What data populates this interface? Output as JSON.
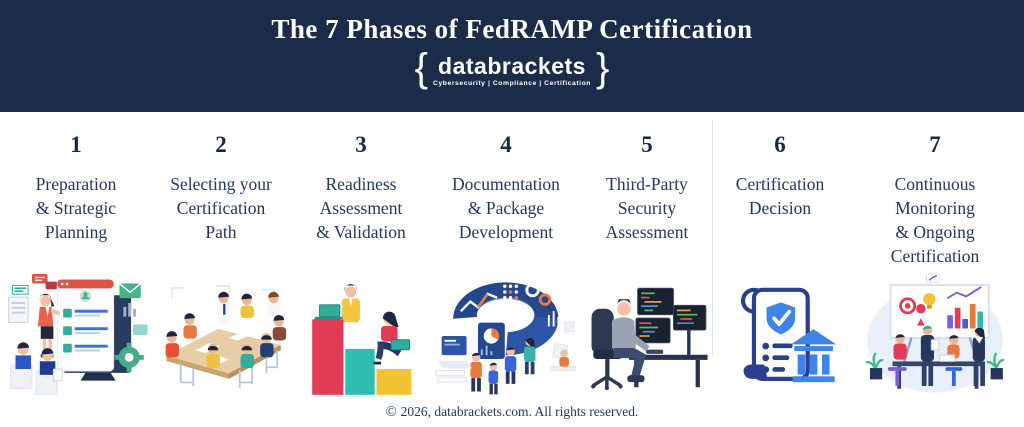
{
  "header": {
    "title": "The 7 Phases of FedRAMP Certification",
    "logo": {
      "left_brace": "{",
      "brand": "databrackets",
      "right_brace": "}",
      "tagline": "Cybersecurity | Compliance | Certification"
    }
  },
  "phases": [
    {
      "number": "1",
      "title": "Preparation\n& Strategic\nPlanning",
      "illustration": "presentation-screen-audience"
    },
    {
      "number": "2",
      "title": "Selecting your\nCertification\nPath",
      "illustration": "conference-table-meeting"
    },
    {
      "number": "3",
      "title": "Readiness\nAssessment\n& Validation",
      "illustration": "people-laptops-on-bar-chart"
    },
    {
      "number": "4",
      "title": "Documentation\n& Package\nDevelopment",
      "illustration": "circular-dashboard-team"
    },
    {
      "number": "5",
      "title": "Third-Party\nSecurity\nAssessment",
      "illustration": "analyst-multi-monitor-code"
    },
    {
      "number": "6",
      "title": "Certification\nDecision",
      "illustration": "certificate-scroll-shield-bank"
    },
    {
      "number": "7",
      "title": "Continuous\nMonitoring\n& Ongoing\nCertification",
      "illustration": "team-whiteboard-analytics"
    }
  ],
  "footer": {
    "symbol": "©",
    "text": "2026, databrackets.com. All rights reserved."
  },
  "colors": {
    "header_bg": "#1b2b4a",
    "heading_text": "#ffffff",
    "body_text": "#22395c",
    "number_text": "#16294a",
    "divider": "#dfe3ea",
    "canvas_bg": "#ffffff",
    "accent_red": "#e05447",
    "accent_orange": "#e8793c",
    "accent_yellow": "#f2c232",
    "accent_teal": "#2fae9b",
    "accent_blue": "#3d85e8",
    "accent_royal": "#2d55a5",
    "accent_navy_ink": "#2b3f8f"
  }
}
